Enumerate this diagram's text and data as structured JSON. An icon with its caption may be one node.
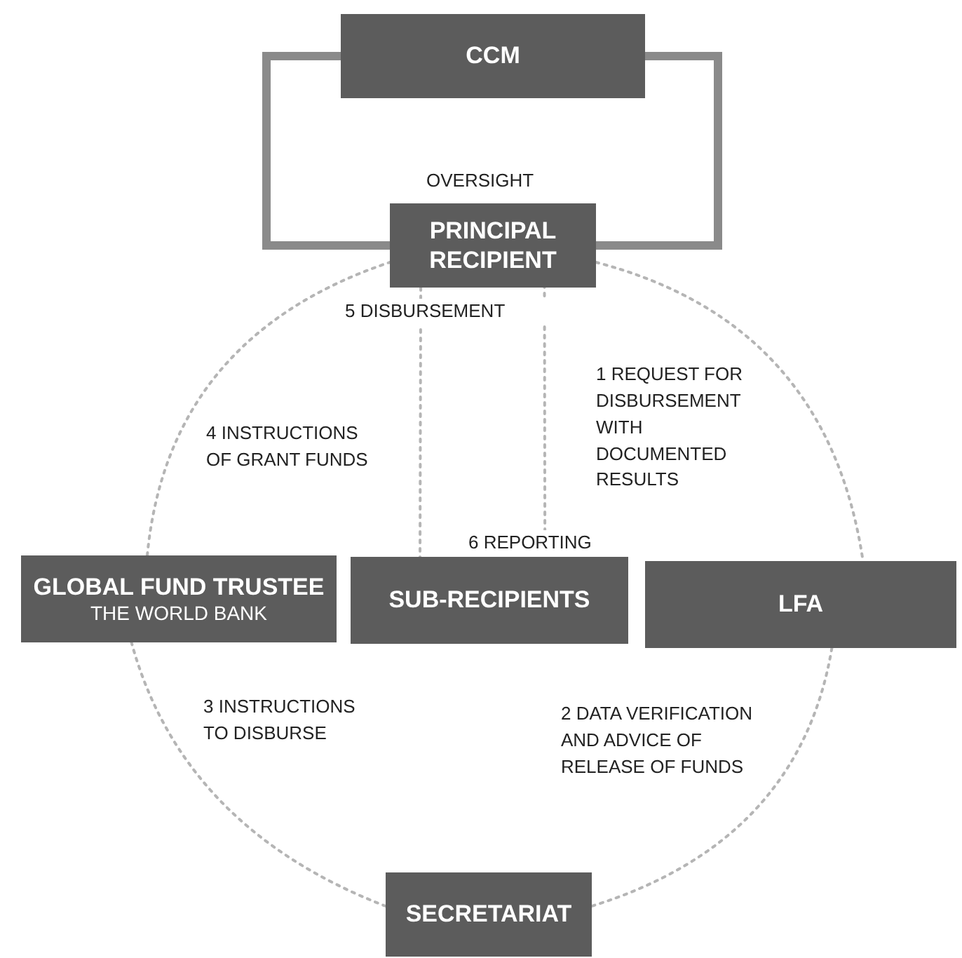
{
  "diagram": {
    "nodes": [
      {
        "text": [
          "CCM"
        ]
      },
      {
        "text": [
          "PRINCIPAL RECIPIENT"
        ]
      },
      {
        "text": [
          "GLOBAL FUND TRUSTEE",
          "THE WORLD BANK"
        ]
      },
      {
        "text": [
          "SUB-RECIPIENTS"
        ]
      },
      {
        "text": [
          "LFA"
        ]
      },
      {
        "text": [
          "SECRETARIAT"
        ]
      }
    ],
    "edges": [
      {
        "from": 0,
        "to": 1,
        "arrow": "none",
        "style": "thick"
      },
      {
        "from": 0,
        "to": 1,
        "arrow": "none",
        "style": "thick"
      },
      {
        "from": 1,
        "to": 4,
        "arrow": "none",
        "style": "dashed",
        "label": "1 REQUEST FOR DISBURSEMENT WITH DOCUMENTED RESULTS"
      },
      {
        "from": 4,
        "to": 5,
        "arrow": "none",
        "style": "dashed",
        "label": "2 DATA VERIFICATION AND ADVICE OF RELEASE OF FUNDS"
      },
      {
        "from": 5,
        "to": 2,
        "arrow": "none",
        "style": "dashed",
        "label": "3 INSTRUCTIONS TO DISBURSE"
      },
      {
        "from": 2,
        "to": 1,
        "arrow": "none",
        "style": "dashed",
        "label": "4 INSTRUCTIONS OF GRANT FUNDS"
      },
      {
        "from": 1,
        "to": 3,
        "arrow": "none",
        "style": "dashed",
        "label": "5 DISBURSEMENT"
      },
      {
        "from": 3,
        "to": 1,
        "arrow": "none",
        "style": "dashed",
        "label": "6 REPORTING"
      }
    ],
    "labels": [
      "OVERSIGHT"
    ]
  }
}
